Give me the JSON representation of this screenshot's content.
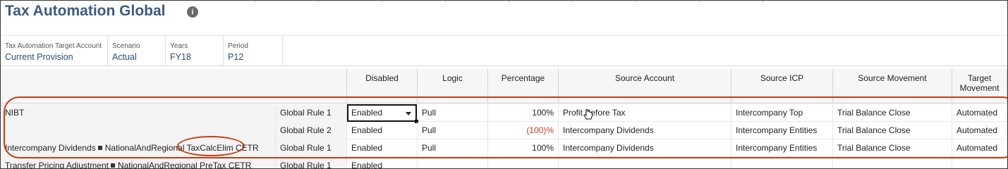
{
  "page": {
    "title": "Tax Automation Global",
    "info_icon": "info-icon"
  },
  "pov": [
    {
      "label": "Tax Automation Target Account",
      "value": "Current Provision"
    },
    {
      "label": "Scenario",
      "value": "Actual"
    },
    {
      "label": "Years",
      "value": "FY18"
    },
    {
      "label": "Period",
      "value": "P12"
    }
  ],
  "columns": {
    "disabled": "Disabled",
    "logic": "Logic",
    "percentage": "Percentage",
    "source_account": "Source Account",
    "source_icp": "Source ICP",
    "source_movement": "Source Movement",
    "target_movement": "Target Movement"
  },
  "rows": [
    {
      "member": "NIBT",
      "rule": "Global Rule 1",
      "disabled": "Enabled",
      "logic": "Pull",
      "percentage": "100%",
      "source_account": "Profit Before Tax",
      "source_icp": "Intercompany Top",
      "source_movement": "Trial Balance Close",
      "target_movement": "Automated"
    },
    {
      "member": "",
      "rule": "Global Rule 2",
      "disabled": "Enabled",
      "logic": "Pull",
      "percentage": "(100)%",
      "source_account": "Intercompany Dividends",
      "source_icp": "Intercompany Entities",
      "source_movement": "Trial Balance Close",
      "target_movement": "Automated"
    },
    {
      "member_a": "Intercompany Dividends",
      "member_b": "NationalAndRegional TaxCalcElim CETR",
      "rule": "Global Rule 1",
      "disabled": "Enabled",
      "logic": "Pull",
      "percentage": "100%",
      "source_account": "Intercompany Dividends",
      "source_icp": "Intercompany Entities",
      "source_movement": "Trial Balance Close",
      "target_movement": "Automated"
    },
    {
      "member_a": "Transfer Pricing Adjustment",
      "member_b": "NationalAndRegional PreTax CETR",
      "rule": "Global Rule 1",
      "disabled": "Enabled"
    }
  ],
  "colors": {
    "title": "#3b5a80",
    "pov_value": "#2b4e78",
    "negative": "#c0391c",
    "annotation": "#c43d14"
  },
  "icons": {
    "dropdown": "chevron-down-icon",
    "cursor": "hand-pointer-icon",
    "separator": "square-bullet-icon"
  }
}
